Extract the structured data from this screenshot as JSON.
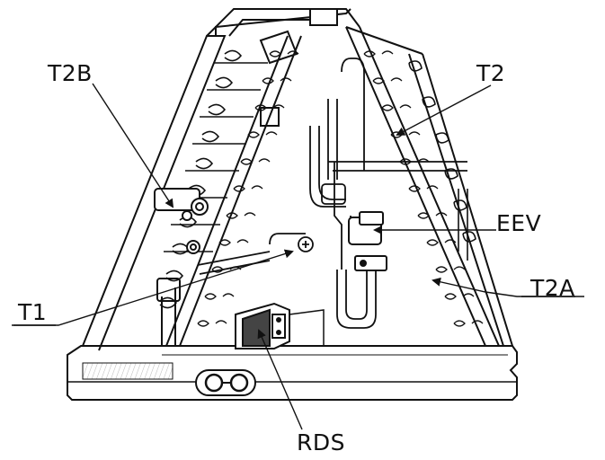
{
  "diagram": {
    "labels": {
      "t2b": "T2B",
      "t2": "T2",
      "eev": "EEV",
      "t2a": "T2A",
      "t1": "T1",
      "rds": "RDS"
    }
  }
}
